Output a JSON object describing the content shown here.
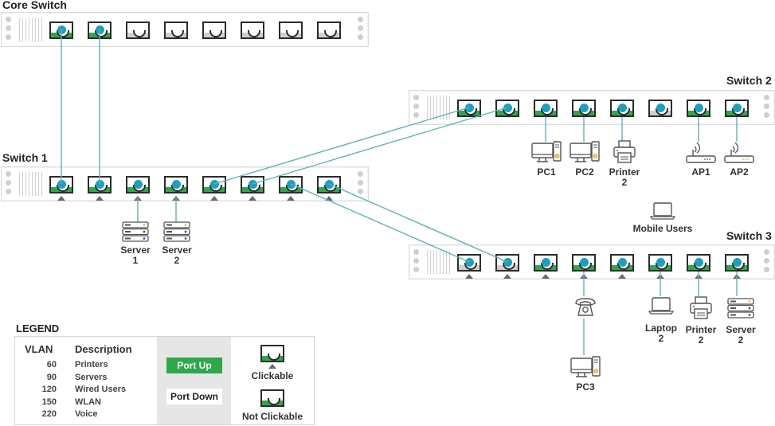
{
  "switches": [
    {
      "id": "core",
      "label": "Core Switch",
      "ports": [
        {
          "state": "up",
          "connected": true,
          "clickable": false
        },
        {
          "state": "up",
          "connected": true,
          "clickable": false
        },
        {
          "state": "down",
          "connected": false,
          "clickable": false
        },
        {
          "state": "down",
          "connected": false,
          "clickable": false
        },
        {
          "state": "down",
          "connected": false,
          "clickable": false
        },
        {
          "state": "down",
          "connected": false,
          "clickable": false
        },
        {
          "state": "down",
          "connected": false,
          "clickable": false
        },
        {
          "state": "down",
          "connected": false,
          "clickable": false
        }
      ]
    },
    {
      "id": "sw1",
      "label": "Switch 1",
      "ports": [
        {
          "state": "up",
          "connected": true,
          "clickable": true
        },
        {
          "state": "up",
          "connected": true,
          "clickable": true
        },
        {
          "state": "up",
          "connected": true,
          "clickable": true
        },
        {
          "state": "up",
          "connected": true,
          "clickable": true
        },
        {
          "state": "up",
          "connected": true,
          "clickable": true
        },
        {
          "state": "up",
          "connected": true,
          "clickable": true
        },
        {
          "state": "up",
          "connected": true,
          "clickable": true
        },
        {
          "state": "up",
          "connected": true,
          "clickable": true
        }
      ]
    },
    {
      "id": "sw2",
      "label": "Switch 2",
      "ports": [
        {
          "state": "up",
          "connected": true,
          "clickable": false
        },
        {
          "state": "up",
          "connected": true,
          "clickable": false
        },
        {
          "state": "up",
          "connected": true,
          "clickable": false
        },
        {
          "state": "up",
          "connected": true,
          "clickable": false
        },
        {
          "state": "up",
          "connected": true,
          "clickable": false
        },
        {
          "state": "down",
          "connected": true,
          "clickable": false
        },
        {
          "state": "up",
          "connected": true,
          "clickable": false
        },
        {
          "state": "up",
          "connected": true,
          "clickable": false
        }
      ]
    },
    {
      "id": "sw3",
      "label": "Switch 3",
      "ports": [
        {
          "state": "down",
          "connected": true,
          "clickable": true
        },
        {
          "state": "down",
          "connected": true,
          "clickable": true
        },
        {
          "state": "up",
          "connected": true,
          "clickable": true
        },
        {
          "state": "up",
          "connected": true,
          "clickable": true
        },
        {
          "state": "up",
          "connected": true,
          "clickable": true
        },
        {
          "state": "up",
          "connected": true,
          "clickable": true
        },
        {
          "state": "up",
          "connected": true,
          "clickable": true
        },
        {
          "state": "up",
          "connected": true,
          "clickable": true
        }
      ]
    }
  ],
  "links": [
    {
      "from": "core.1",
      "to": "sw1.1"
    },
    {
      "from": "core.2",
      "to": "sw1.2"
    },
    {
      "from": "sw1.5",
      "to": "sw2.1"
    },
    {
      "from": "sw1.6",
      "to": "sw2.2"
    },
    {
      "from": "sw1.7",
      "to": "sw3.1"
    },
    {
      "from": "sw1.8",
      "to": "sw3.2"
    },
    {
      "from": "sw1.3",
      "to": "Server 1"
    },
    {
      "from": "sw1.4",
      "to": "Server 2"
    },
    {
      "from": "sw2.3",
      "to": "PC1"
    },
    {
      "from": "sw2.4",
      "to": "PC2"
    },
    {
      "from": "sw2.5",
      "to": "Printer 2"
    },
    {
      "from": "sw2.7",
      "to": "AP1"
    },
    {
      "from": "sw2.8",
      "to": "AP2"
    },
    {
      "from": "sw3.4",
      "to": "Phone"
    },
    {
      "from": "Phone",
      "to": "PC3"
    },
    {
      "from": "sw3.6",
      "to": "Laptop 2"
    },
    {
      "from": "sw3.7",
      "to": "Printer 2"
    },
    {
      "from": "sw3.8",
      "to": "Server 2"
    }
  ],
  "devices": {
    "server1": {
      "line1": "Server",
      "line2": "1",
      "icon": "server-icon"
    },
    "server2a": {
      "line1": "Server",
      "line2": "2",
      "icon": "server-icon"
    },
    "pc1": {
      "line1": "PC1",
      "line2": "",
      "icon": "pc-icon"
    },
    "pc2": {
      "line1": "PC2",
      "line2": "",
      "icon": "pc-icon"
    },
    "printer2a": {
      "line1": "Printer",
      "line2": "2",
      "icon": "printer-icon"
    },
    "ap1": {
      "line1": "AP1",
      "line2": "",
      "icon": "access-point-icon"
    },
    "ap2": {
      "line1": "AP2",
      "line2": "",
      "icon": "access-point-icon"
    },
    "mobile": {
      "line1": "Mobile Users",
      "line2": "",
      "icon": "laptop-icon"
    },
    "phone": {
      "line1": "",
      "line2": "",
      "icon": "phone-icon"
    },
    "pc3": {
      "line1": "PC3",
      "line2": "",
      "icon": "pc-icon"
    },
    "laptop2": {
      "line1": "Laptop",
      "line2": "2",
      "icon": "laptop-icon"
    },
    "printer2b": {
      "line1": "Printer",
      "line2": "2",
      "icon": "printer-icon"
    },
    "server2b": {
      "line1": "Server",
      "line2": "2",
      "icon": "server-icon"
    }
  },
  "legend": {
    "title": "LEGEND",
    "vlan_header": "VLAN",
    "desc_header": "Description",
    "vlans": [
      {
        "id": "60",
        "desc": "Printers"
      },
      {
        "id": "90",
        "desc": "Servers"
      },
      {
        "id": "120",
        "desc": "Wired Users"
      },
      {
        "id": "150",
        "desc": "WLAN"
      },
      {
        "id": "220",
        "desc": "Voice"
      }
    ],
    "port_up": "Port Up",
    "port_down": "Port Down",
    "clickable": "Clickable",
    "not_clickable": "Not Clickable"
  },
  "colors": {
    "port_up": "#2ea84a",
    "port_down": "#cfcfcf",
    "link": "#1ca0be",
    "cable": "#5fb3bd"
  }
}
